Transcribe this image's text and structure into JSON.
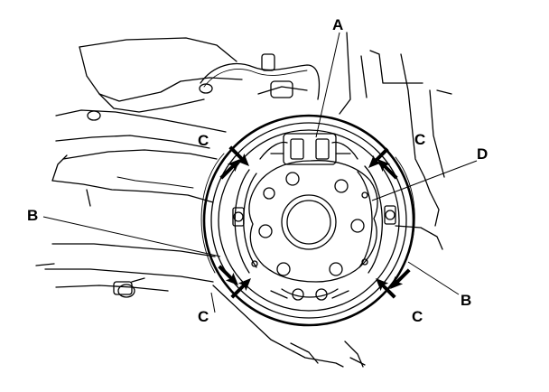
{
  "labels": {
    "A": "A",
    "B": "B",
    "C": "C",
    "D": "D"
  }
}
